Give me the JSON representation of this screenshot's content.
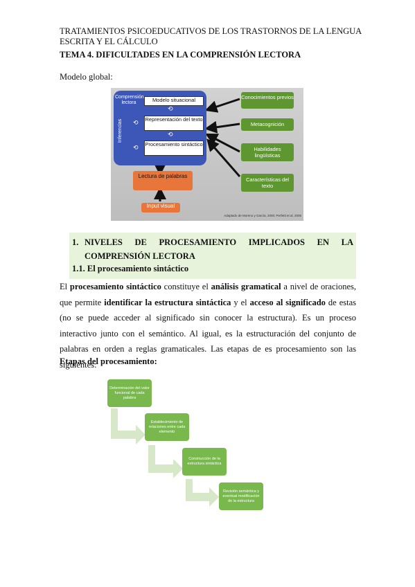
{
  "header": {
    "running_title": "TRATAMIENTOS PSICOEDUCATIVOS DE LOS TRASTORNOS DE LA LENGUA ESCRITA Y EL CÁLCULO",
    "tema": "TEMA 4. DIFICULTADES EN LA COMPRENSIÓN LECTORA",
    "modelo_label": "Modelo global:"
  },
  "figure": {
    "panel_label": "Comprensión lectora",
    "side_label": "Inferencias",
    "inner_boxes": [
      "Modelo situacional",
      "Representación del texto",
      "Procesamiento sintáctico"
    ],
    "lectura_box": "Lectura de palabras",
    "input_box": "Input visual",
    "green_boxes": [
      "Conocimientos previos",
      "Metacognición",
      "Habilidades lingüísticas",
      "Características del texto"
    ],
    "credit": "Adaptado de Moreno y García, 2000; Perfetti et al, 2005",
    "colors": {
      "panel": "#3d57b8",
      "orange": "#e8763a",
      "green": "#5e9630",
      "arrow": "#111111"
    }
  },
  "section": {
    "number": "1.",
    "title_line1": "NIVELES DE PROCESAMIENTO IMPLICADOS EN LA",
    "title_line2": "COMPRENSIÓN LECTORA",
    "subtitle": "1.1. El procesamiento sintáctico",
    "band_color": "#e8f3dc"
  },
  "paragraph": {
    "t1": "El ",
    "b1": "procesamiento sintáctico",
    "t2": " constituye el ",
    "b2": "análisis gramatical",
    "t3": " a nivel de oraciones, que permite ",
    "b3": "identificar la estructura sintáctica",
    "t4": " y el ",
    "b4": "acceso al significado",
    "t5": " de estas (no se puede acceder al significado sin conocer la estructura). Es un proceso interactivo junto con el semántico. Al igual, es la estructuración del conjunto de palabras en orden a reglas gramaticales. Las etapas de es procesamiento son las siguientes:"
  },
  "etapas": {
    "heading": "Etapas del procesamiento:",
    "steps": [
      "Determinación del valor funcional de cada palabra",
      "Establecimiento de relaciones entre cada elemento",
      "Construcción de la estructura sintáctica",
      "Revisión semántica y eventual modificación de la estructura"
    ],
    "colors": {
      "step_fill": "#78b84c",
      "arrow_fill": "#d6e8c8"
    }
  }
}
